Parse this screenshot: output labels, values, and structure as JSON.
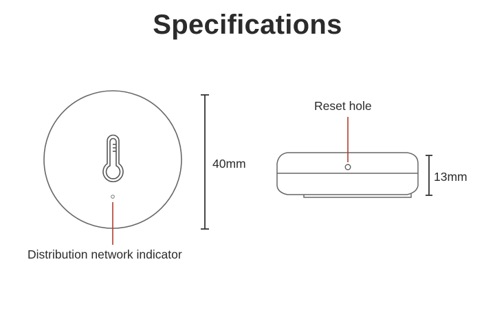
{
  "page": {
    "title": "Specifications"
  },
  "front_view": {
    "diameter_label": "40mm",
    "indicator_label": "Distribution network indicator"
  },
  "side_view": {
    "reset_label": "Reset hole",
    "height_label": "13mm"
  },
  "colors": {
    "outline": "#555555",
    "callout_line": "#b23a2a",
    "dimension_line": "#333333",
    "text": "#2b2b2b"
  },
  "icons": {
    "device_icon": "thermometer-icon"
  }
}
